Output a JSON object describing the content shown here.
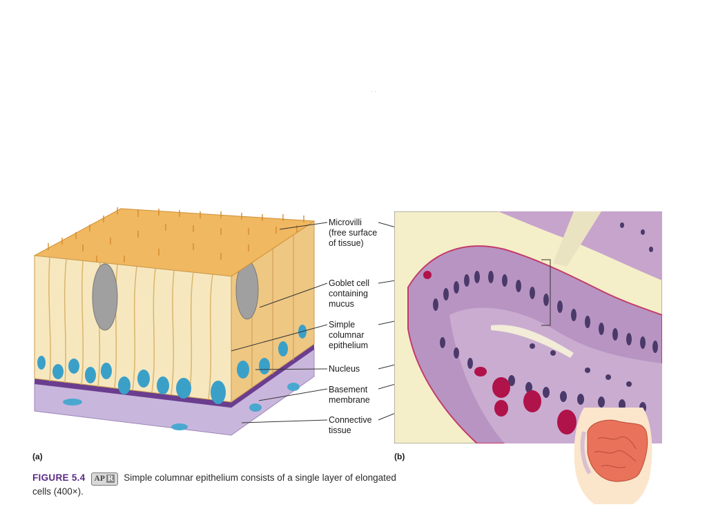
{
  "labels": {
    "microvilli": "Microvilli\n(free surface\nof tissue)",
    "goblet": "Goblet cell\ncontaining\nmucus",
    "simple_columnar": "Simple\ncolumnar\nepithelium",
    "nucleus": "Nucleus",
    "basement": "Basement\nmembrane",
    "connective": "Connective\ntissue"
  },
  "panels": {
    "a": "(a)",
    "b": "(b)"
  },
  "caption": {
    "figure_number": "FIGURE 5.4",
    "apr_badge_left": "AP",
    "apr_badge_right": "R",
    "text": "Simple columnar epithelium consists of a single layer of elongated cells (400×)."
  },
  "colors": {
    "cell_fill": "#f7e7bf",
    "cell_outline": "#d9b56a",
    "microvilli": "#e8a84a",
    "nucleus": "#3aa0c8",
    "basement": "#6a3d8f",
    "connective": "#c9b6dc",
    "goblet": "#9a9a9a",
    "histology_bg": "#f4efc8",
    "tissue": "#b894c2",
    "goblet_stain": "#b0124a",
    "intestine": "#e8735a"
  }
}
